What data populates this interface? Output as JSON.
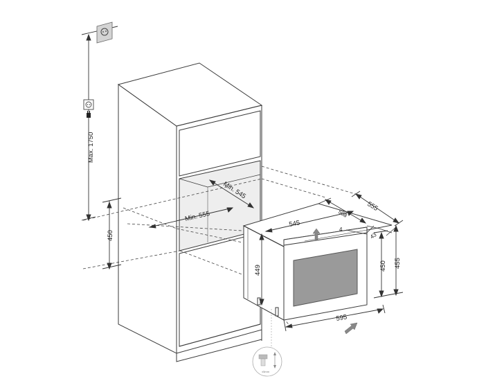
{
  "dimensions": {
    "max_height": "Max. 1750",
    "niche_depth": "Min. 545",
    "niche_width": "Min. 555",
    "niche_height": "450",
    "appliance_width_top": "545",
    "appliance_depth_inner": "508",
    "appliance_depth_outer": "555",
    "offset_small": "4",
    "offset_corner": "43",
    "appliance_height_left": "449",
    "appliance_height_front": "450",
    "appliance_height_total": "455",
    "appliance_width_bottom": "595",
    "detail_caption": "±5mm"
  },
  "icons": {
    "wall_socket": "wall-socket-icon",
    "mains_plug": "mains-plug-icon",
    "up_arrow": "airflow-up-arrow-icon",
    "in_arrow": "airflow-inlet-arrow-icon",
    "detail": "adjustable-foot-detail-icon"
  },
  "colors": {
    "line": "#3a3a3a",
    "glass": "#9a9a9a",
    "arrow": "#888888"
  }
}
